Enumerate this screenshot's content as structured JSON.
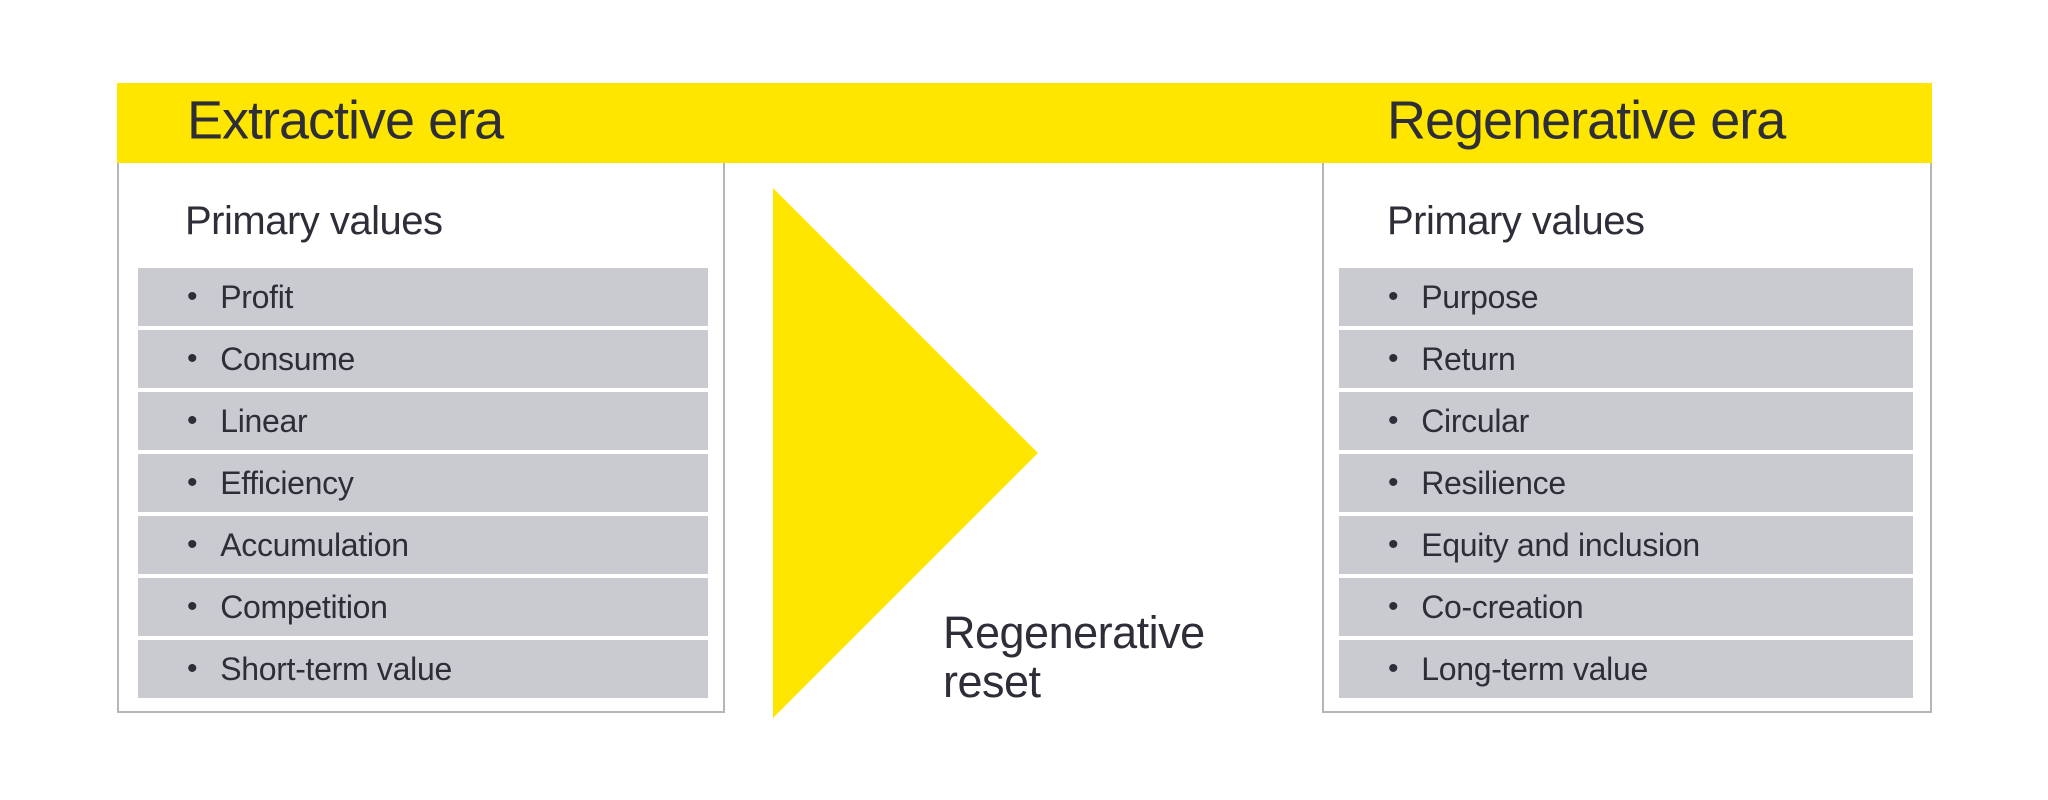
{
  "colors": {
    "accent_yellow": "#FFE600",
    "row_gray": "#C9CBD1",
    "text": "#2E2E38",
    "panel_border": "#B4B7BA"
  },
  "bullet_glyph": "•",
  "header": {
    "left_title": "Extractive era",
    "right_title": "Regenerative era"
  },
  "left_panel": {
    "heading": "Primary values",
    "items": [
      "Profit",
      "Consume",
      "Linear",
      "Efficiency",
      "Accumulation",
      "Competition",
      "Short-term value"
    ]
  },
  "right_panel": {
    "heading": "Primary values",
    "items": [
      "Purpose",
      "Return",
      "Circular",
      "Resilience",
      "Equity and inclusion",
      "Co-creation",
      "Long-term value"
    ]
  },
  "arrow": {
    "label_line1": "Regenerative",
    "label_line2": "reset"
  }
}
